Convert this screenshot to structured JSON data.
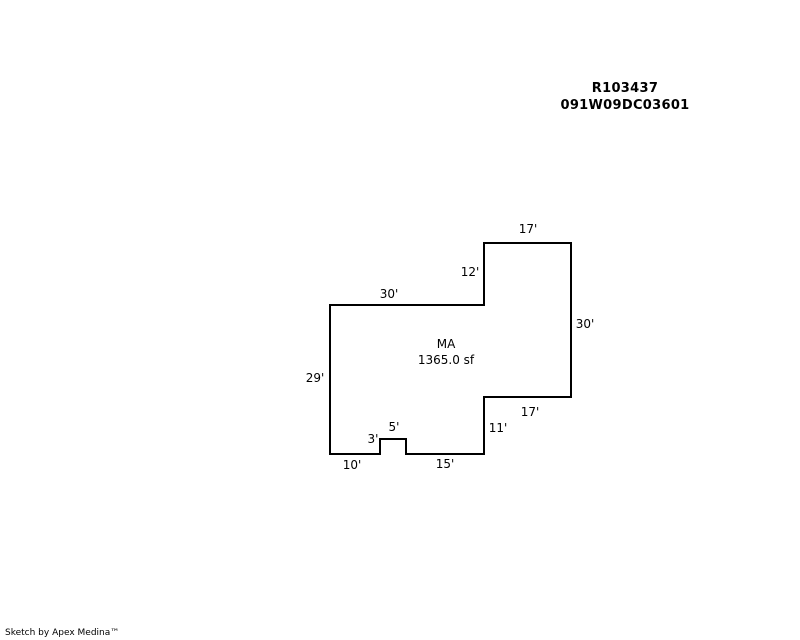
{
  "header": {
    "parcel_id": "R103437",
    "map_id": "091W09DC03601"
  },
  "sketch": {
    "area_code": "MA",
    "area_value": "1365.0 sf",
    "dimensions": {
      "top_left_width": "30'",
      "step_height": "12'",
      "top_right_width": "17'",
      "right_height": "30'",
      "notch_width": "17'",
      "notch_height": "11'",
      "bottom_right_width": "15'",
      "bump_width": "5'",
      "bump_height": "3'",
      "bottom_left_width": "10'",
      "left_height": "29'"
    }
  },
  "footer": {
    "credit": "Sketch by Apex Medina™"
  }
}
